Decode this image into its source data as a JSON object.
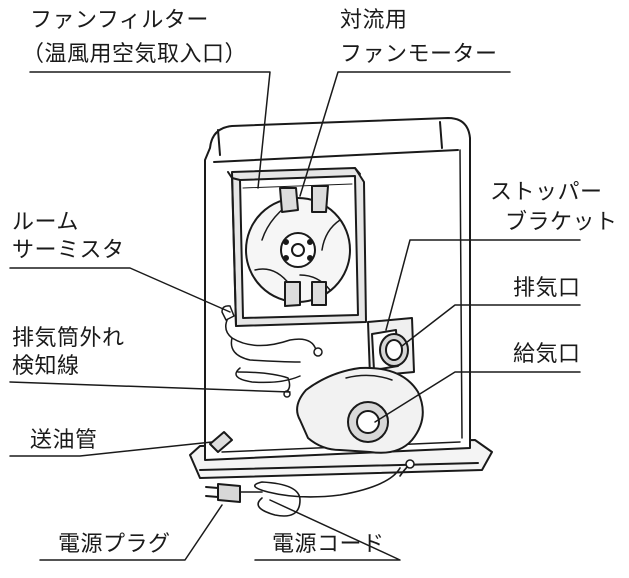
{
  "labels": {
    "fan_filter_1": "ファンフィルター",
    "fan_filter_2": "（温風用空気取入口）",
    "conv_fan_1": "対流用",
    "conv_fan_2": "ファンモーター",
    "room_thermistor_1": "ルーム",
    "room_thermistor_2": "サーミスタ",
    "stopper_bracket_1": "ストッパー",
    "stopper_bracket_2": "ブラケット",
    "exhaust_port": "排気口",
    "exhaust_detect_1": "排気筒外れ",
    "exhaust_detect_2": "検知線",
    "intake_port": "給気口",
    "oil_pipe": "送油管",
    "power_plug": "電源プラグ",
    "power_cord": "電源コード"
  },
  "colors": {
    "line": "#1a1a1a",
    "shade": "#cfcfcf",
    "light": "#efefef"
  }
}
